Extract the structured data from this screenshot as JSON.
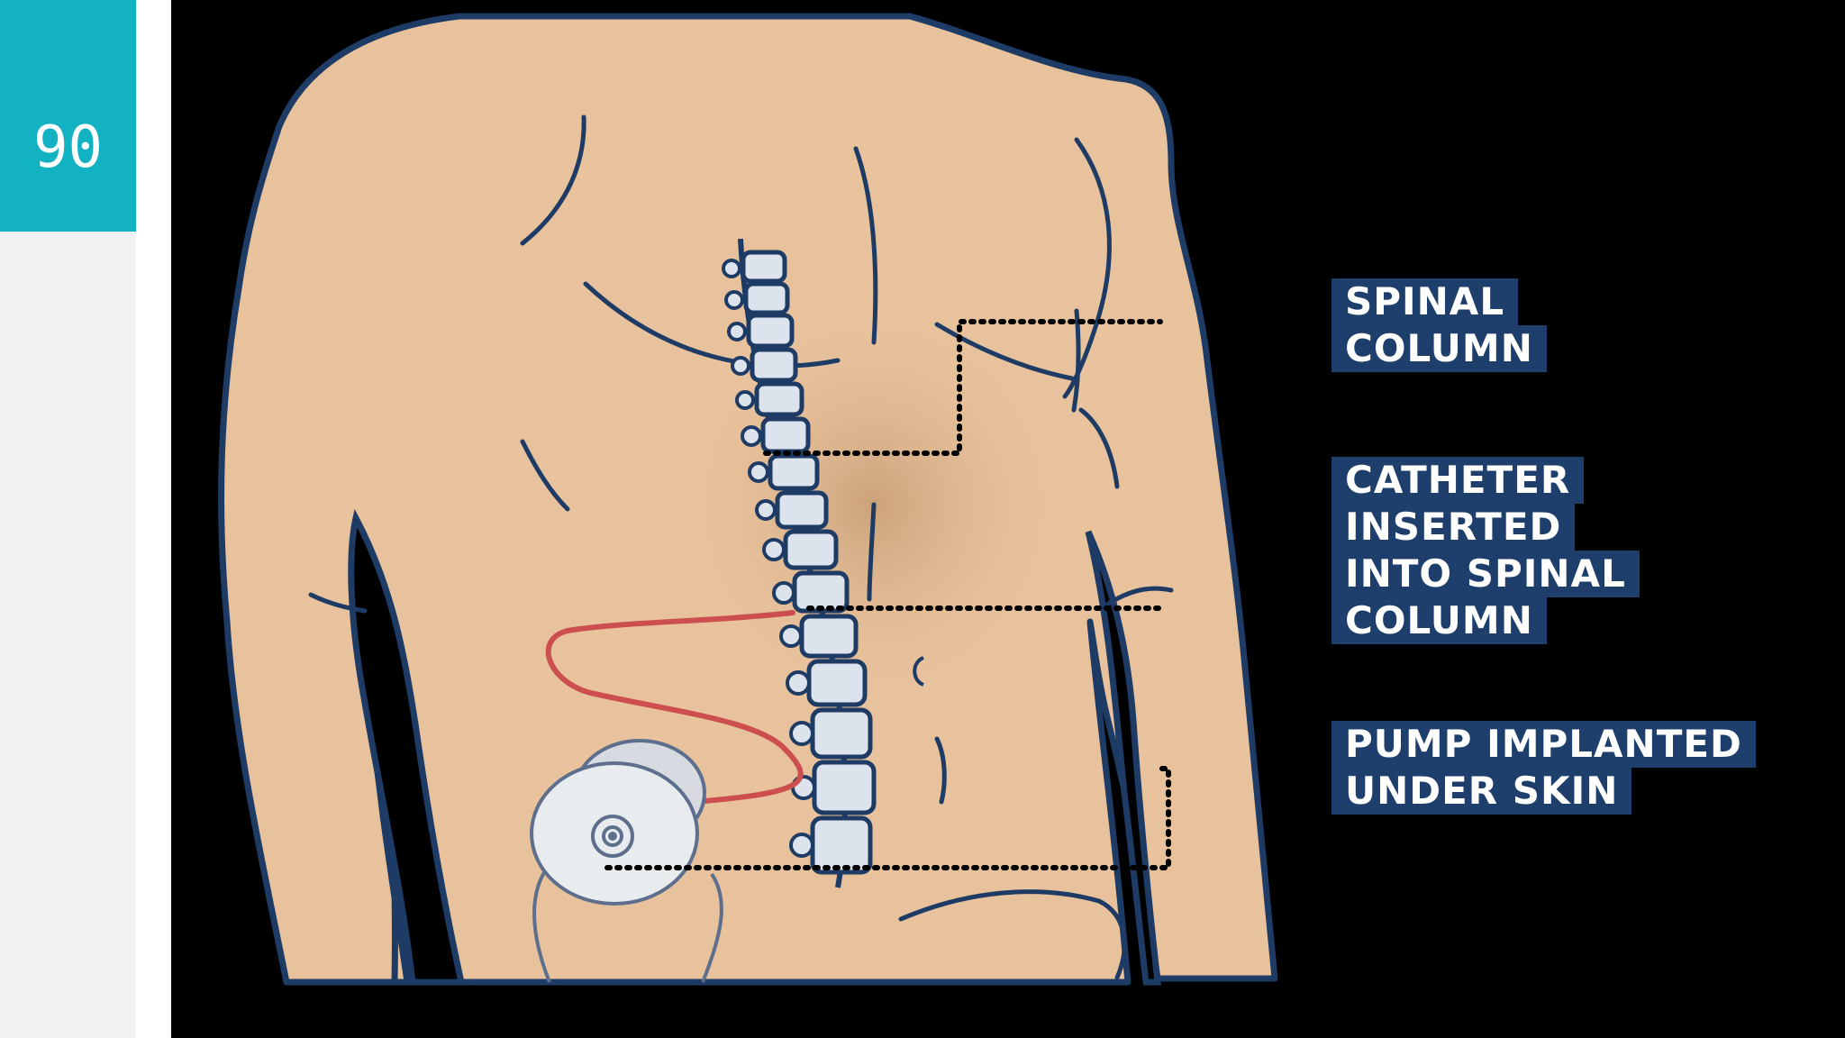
{
  "slide": {
    "number": "90"
  },
  "labels": {
    "spinal": [
      "SPINAL",
      "COLUMN"
    ],
    "catheter": [
      "CATHETER",
      "INSERTED",
      "INTO SPINAL",
      "COLUMN"
    ],
    "pump": [
      "PUMP IMPLANTED",
      "UNDER SKIN"
    ]
  },
  "colors": {
    "badge": "#13b2c3",
    "skin": "#e8c29c",
    "outline": "#1d3b64",
    "label_bg": "#1e3e6c",
    "catheter": "#cc4e4e",
    "spine": "#dde3ec"
  }
}
